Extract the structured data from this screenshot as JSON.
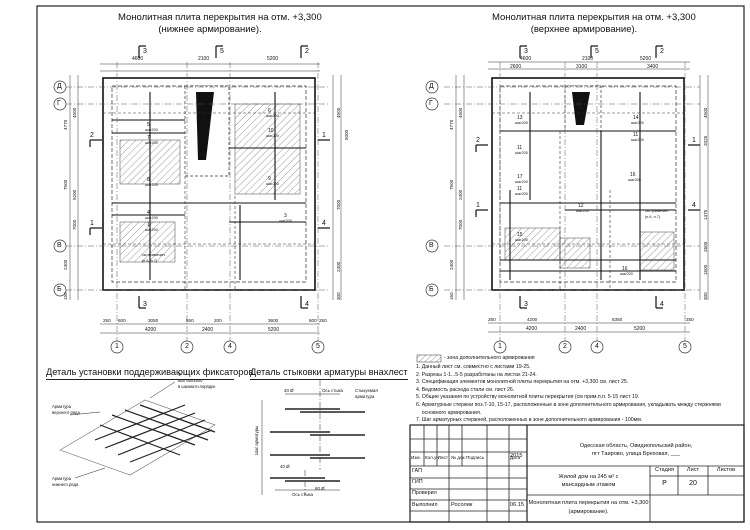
{
  "titles": {
    "left_line1": "Монолитная плита перекрытия на отм. +3,300",
    "left_line2": "(нижнее армирование).",
    "right_line1": "Монолитная плита перекрытия на отм. +3,300",
    "right_line2": "(верхнее армирование)."
  },
  "left_plan": {
    "top_dims": [
      "4600",
      "2100",
      "5200"
    ],
    "bottom_dims_row1": [
      "250",
      "600",
      "3050",
      "550",
      "200",
      "3600",
      "600",
      "250"
    ],
    "bottom_dims_row2": [
      "4200",
      "2400",
      "5200"
    ],
    "left_dims": [
      "4770",
      "4500",
      "7500",
      "5200",
      "7000",
      "2400",
      "150"
    ],
    "right_dims": [
      "4500",
      "5000",
      "7000",
      "2400",
      "300"
    ],
    "axes_letters": [
      "Д",
      "Г",
      "В",
      "Б"
    ],
    "axes_numbers": [
      "1",
      "2",
      "4",
      "5"
    ],
    "section_marks": [
      "3",
      "5",
      "2",
      "2",
      "1",
      "1",
      "3",
      "4",
      "4"
    ],
    "rebar_labels": [
      "5",
      "шаг200",
      "7",
      "шаг200",
      "8",
      "шаг200",
      "4",
      "шаг200",
      "1",
      "шаг200",
      "6",
      "шаг200",
      "10",
      "шаг200",
      "9",
      "шаг200",
      "3",
      "шаг200"
    ],
    "note_label": "см.примечан.\n(п.6, п.7)"
  },
  "right_plan": {
    "top_dims": [
      "2600",
      "3100",
      "3400"
    ],
    "top_dims_row0": [
      "4600",
      "2100",
      "5200"
    ],
    "bottom_dims_row1": [
      "250",
      "4200",
      "6350",
      "250"
    ],
    "bottom_dims_row2": [
      "4200",
      "2400",
      "5200"
    ],
    "left_dims": [
      "4770",
      "4500",
      "7500",
      "2400",
      "7000",
      "2400",
      "150"
    ],
    "right_dims": [
      "4500",
      "2025",
      "1475",
      "2600",
      "1500",
      "300"
    ],
    "axes_letters": [
      "Д",
      "Г",
      "В",
      "Б"
    ],
    "axes_numbers": [
      "1",
      "2",
      "4",
      "5"
    ],
    "section_marks": [
      "3",
      "5",
      "2",
      "2",
      "1",
      "1",
      "3",
      "4",
      "4"
    ],
    "rebar_labels": [
      "13",
      "шаг200",
      "11",
      "шаг200",
      "17",
      "шаг200",
      "11",
      "шаг200",
      "15",
      "шаг200",
      "14",
      "шаг200",
      "11",
      "шаг200",
      "16",
      "шаг200",
      "12",
      "шаг200",
      "16",
      "шаг200"
    ],
    "note_label": "см.примечан.\n(п.6, п.7)"
  },
  "details": {
    "fixator_title": "Деталь установки поддерживающих фиксаторов",
    "fixator_labels": [
      "Арматура\nверхнего ряда",
      "Ф\nшаг 600х600\nв шахматн.порядке",
      "Арматура\nнижнего ряда"
    ],
    "joint_title": "Деталь стыковки арматуры внахлест",
    "joint_labels": [
      "40 Ø",
      "Ось стыка",
      "Стыкуемая\nарматура",
      "Шаг арматуры",
      "40 Ø",
      "Ось стыка",
      "60 Ø"
    ]
  },
  "notes": {
    "legend": "- зона дополнительного армирования",
    "items": [
      "1. Данный лист см. совместно с листами 19-25.",
      "2. Разрезы 1-1...5-5 разработаны на листах 21-24.",
      "3. Спецификация элементов монолитной плиты перекрытия на отм. +3,300 см. лист 25.",
      "4. Ведомость расхода стали см. лист 26.",
      "5. Общие указания по устройству монолитной плиты перекрытия (см прим.п.п. 5-15 лист 19.",
      "6. Арматурные стержни поз.7-10, 15-17, расположенные в зоне дополнительного армирования, укладывать между стержнями",
      "    основного армирования.",
      "7. Шаг арматурных стержней, расположенных в зоне дополнительного армирования - 100мм."
    ]
  },
  "title_block": {
    "headers": [
      "Изм.",
      "Кол.уч",
      "Лист",
      "№ док.",
      "Подпись",
      "Дата"
    ],
    "year": "2015",
    "location": "Одесская область, Овидиопольский район,\nпгт Таирово, улица Бреховая, ___",
    "project": "Жилой дом на 245 м² с\nмансардным этажом",
    "sheet_title": "Монолитная плита перекрытия на отм. +3,300\n(армирование).",
    "roles": [
      "ГАП",
      "ГИП",
      "Проверил",
      "Выполнил"
    ],
    "executor": "Росолик",
    "exec_date": "06.15",
    "col_stage": "Стадия",
    "col_sheet": "Лист",
    "col_sheets": "Листов",
    "stage": "Р",
    "sheet": "20"
  }
}
